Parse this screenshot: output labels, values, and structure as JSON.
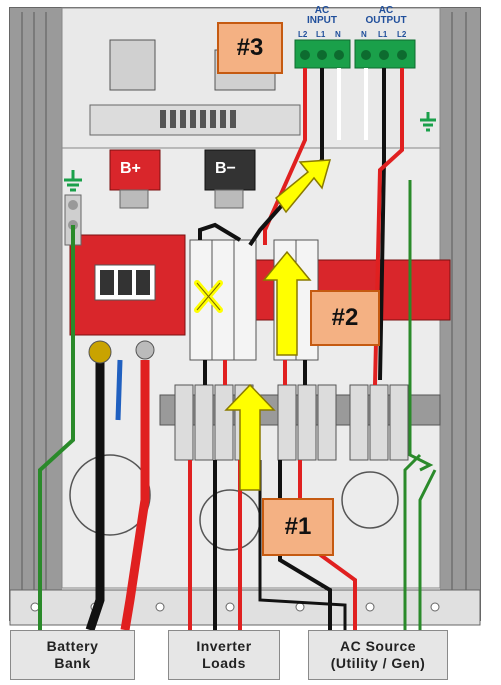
{
  "panel": {
    "ac_input_header": [
      "AC",
      "INPUT"
    ],
    "ac_output_header": [
      "AC",
      "OUTPUT"
    ],
    "input_terminals": [
      "L2",
      "L1",
      "N"
    ],
    "output_terminals": [
      "N",
      "L1",
      "L2"
    ],
    "battery_pos_label": "B+",
    "battery_neg_label": "B−"
  },
  "callouts": {
    "step3": "#3",
    "step2": "#2",
    "step1": "#1"
  },
  "bottom_labels": {
    "battery": [
      "Battery",
      "Bank"
    ],
    "loads": [
      "Inverter",
      "Loads"
    ],
    "source": [
      "AC Source",
      "(Utility / Gen)"
    ]
  },
  "colors": {
    "accent_arrow": "#ffff00",
    "callout_fill": "#f4b183",
    "hot_wire": "#e02020",
    "neutral_wire": "#111111",
    "ground_wire": "#2a8a2a",
    "bus_red": "#d9262b",
    "terminal_blue": "#1f4e9b",
    "terminal_green": "#1aa04a"
  },
  "icons": [
    "ground-symbol-icon",
    "breaker-disabled-x-icon",
    "up-arrow-icon"
  ]
}
